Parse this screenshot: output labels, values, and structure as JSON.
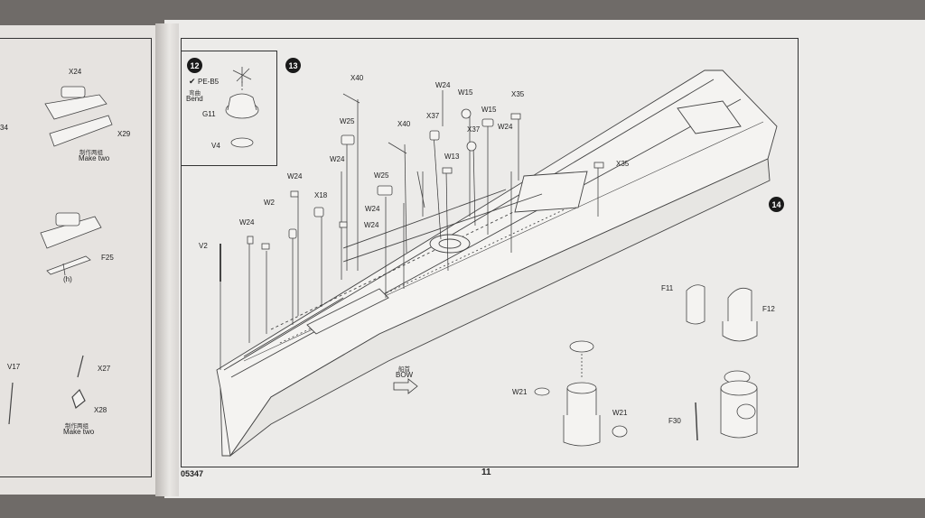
{
  "left_page": {
    "labels": {
      "x24": "X24",
      "x29": "X29",
      "make_two_cn_1": "制作两组",
      "make_two_1": "Make two",
      "f25": "F25",
      "h": "(h)",
      "v17": "V17",
      "x27": "X27",
      "x28": "X28",
      "make_two_cn_2": "制作两组",
      "make_two_2": "Make two",
      "partial_34": "34"
    }
  },
  "right_page": {
    "footer": {
      "code": "05347",
      "page_number": "11"
    },
    "step12": {
      "number": "12",
      "pe_part": "PE-B5",
      "bend_cn": "弯曲",
      "bend": "Bend",
      "g11": "G11",
      "v4": "V4"
    },
    "step13": {
      "number": "13",
      "bow_cn": "船首",
      "bow": "BOW",
      "parts": {
        "x40a": "X40",
        "x40b": "X40",
        "w25a": "W25",
        "w25b": "W25",
        "w24a": "W24",
        "w24b": "W24",
        "w24c": "W24",
        "w24d": "W24",
        "w24e": "W24",
        "w24f": "W24",
        "w24g": "W24",
        "w2": "W2",
        "x18": "X18",
        "v2": "V2",
        "w15a": "W15",
        "w15b": "W15",
        "x37a": "X37",
        "x37b": "X37",
        "w13": "W13",
        "x35a": "X35",
        "x35b": "X35",
        "w21a": "W21",
        "w21b": "W21"
      }
    },
    "step14": {
      "number": "14",
      "f11": "F11",
      "f12": "F12",
      "f30": "F30"
    }
  }
}
